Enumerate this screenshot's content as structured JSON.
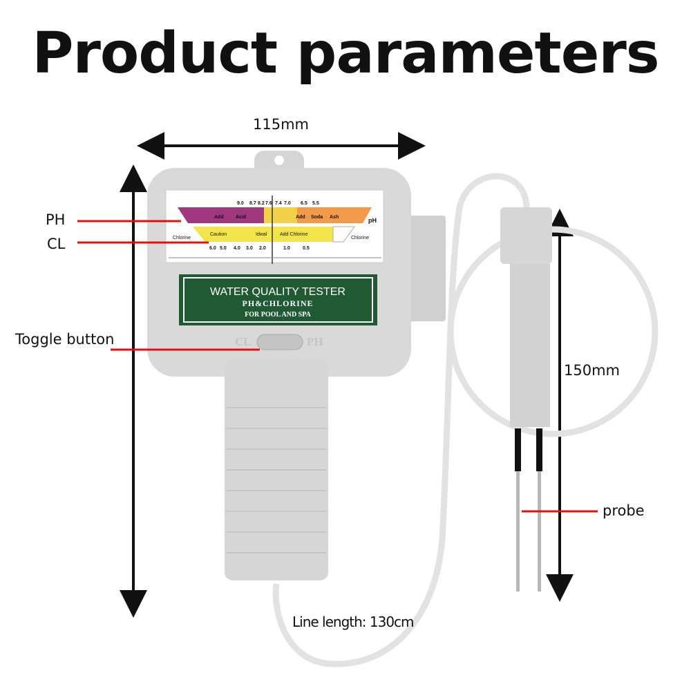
{
  "title": "Product parameters",
  "dimensions": {
    "width": "115mm",
    "probe_length": "150mm",
    "line_length": "Line length: 130cm"
  },
  "callouts": {
    "ph": "PH",
    "cl": "CL",
    "toggle": "Toggle button",
    "probe": "probe"
  },
  "meter": {
    "ph_ticks": [
      "9.0",
      "8.7",
      "8.2",
      "7.6",
      "7.4",
      "7.0",
      "6.5",
      "5.5"
    ],
    "ph_zones": [
      "Add",
      "Acid",
      "Add",
      "Soda",
      "Ash"
    ],
    "ph_label": "pH",
    "cl_ticks": [
      "6.0",
      "5.0",
      "4.0",
      "3.0",
      "2.0",
      "1.0",
      "0.5"
    ],
    "cl_zones": [
      "Caution",
      "Idwal",
      "Add Chlorine"
    ],
    "cl_label": "Chlorine"
  },
  "device_label": {
    "line1": "WATER QUALITY TESTER",
    "line2": "PH&CHLORINE",
    "line3": "FOR POOL AND SPA"
  },
  "toggle": {
    "left": "CL",
    "right": "PH"
  },
  "colors": {
    "callout_line": "#e01010",
    "label_green": "#1f5a32",
    "body": "#d9d9d9",
    "acid_zone": "#a0387f",
    "ideal_zone": "#f3d24a",
    "soda_zone": "#f39a4a",
    "chlorine_zone": "#f2e54c"
  }
}
